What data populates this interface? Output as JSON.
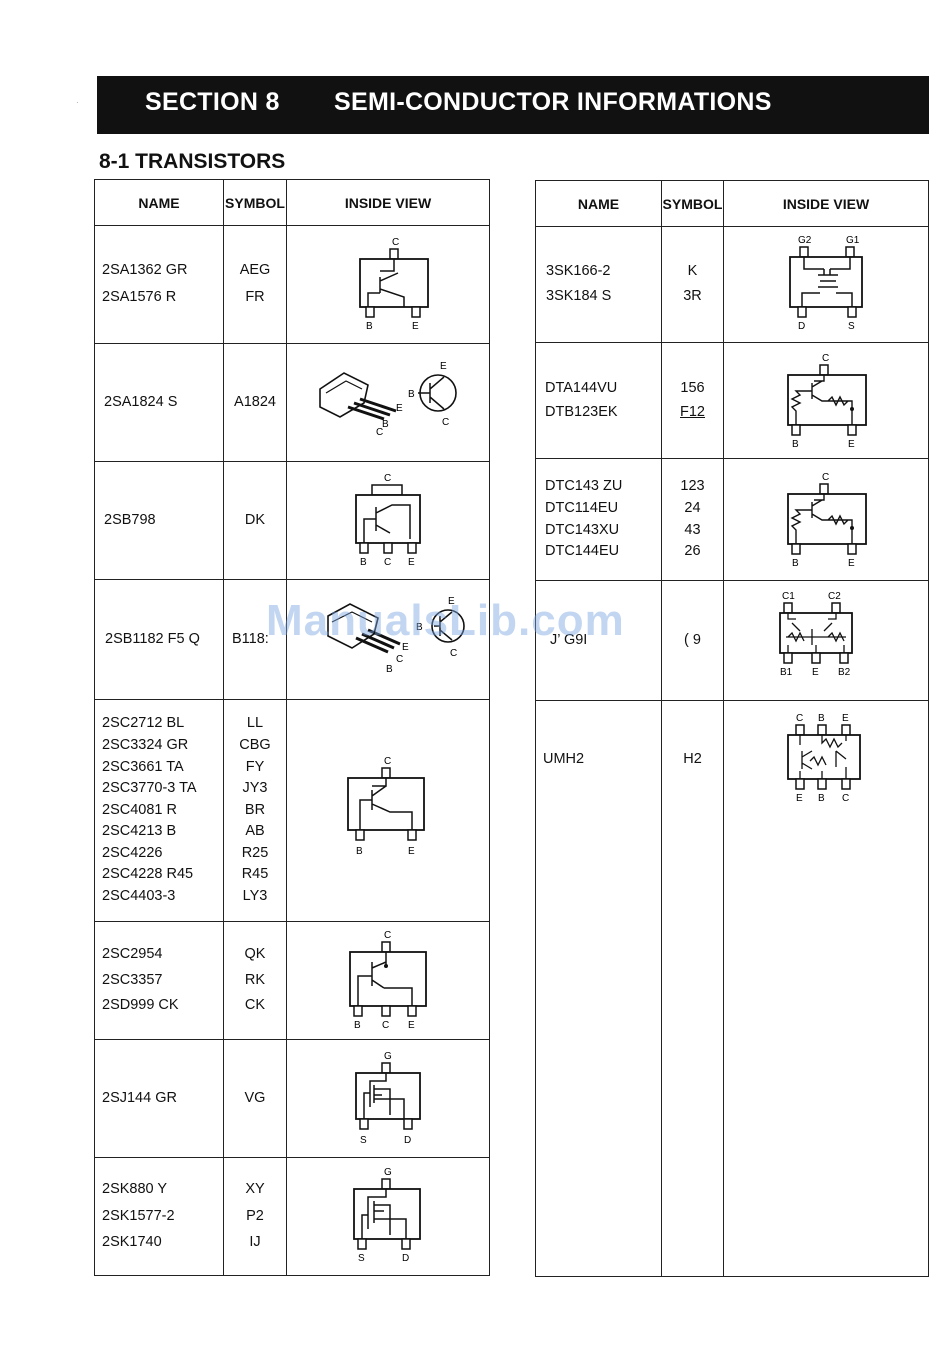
{
  "header": {
    "section": "SECTION 8",
    "title": "SEMI-CONDUCTOR INFORMATIONS",
    "subtitle": "8-1 TRANSISTORS"
  },
  "columns": {
    "name": "NAME",
    "symbol": "SYMBOL",
    "inside_view": "INSIDE VIEW"
  },
  "left_rows": [
    {
      "names": [
        "2SA1362 GR",
        "2SA1576 R"
      ],
      "symbols": [
        "AEG",
        "FR"
      ],
      "pins": [
        "C",
        "B",
        "E"
      ]
    },
    {
      "names": [
        "2SA1824 S"
      ],
      "symbols": [
        "A1824"
      ],
      "pins": [
        "E",
        "B",
        "C",
        "B",
        "C",
        "E"
      ]
    },
    {
      "names": [
        "2SB798"
      ],
      "symbols": [
        "DK"
      ],
      "pins": [
        "C",
        "B",
        "C",
        "E"
      ]
    },
    {
      "names": [
        "2SB1182 F5 Q"
      ],
      "symbols": [
        "B118:"
      ],
      "pins": [
        "E",
        "B",
        "C",
        "E",
        "B",
        "C"
      ]
    },
    {
      "names": [
        "2SC2712 BL",
        "2SC3324 GR",
        "2SC3661 TA",
        "2SC3770-3 TA",
        "2SC4081 R",
        "2SC4213 B",
        "2SC4226",
        "2SC4228 R45",
        "2SC4403-3"
      ],
      "symbols": [
        "LL",
        "CBG",
        "FY",
        "JY3",
        "BR",
        "AB",
        "R25",
        "R45",
        "LY3"
      ],
      "pins": [
        "C",
        "B",
        "E"
      ]
    },
    {
      "names": [
        "2SC2954",
        "2SC3357",
        "2SD999 CK"
      ],
      "symbols": [
        "QK",
        "RK",
        "CK"
      ],
      "pins": [
        "C",
        "B",
        "C",
        "E"
      ]
    },
    {
      "names": [
        "2SJ144 GR"
      ],
      "symbols": [
        "VG"
      ],
      "pins": [
        "G",
        "S",
        "D"
      ]
    },
    {
      "names": [
        "2SK880 Y",
        "2SK1577-2",
        "2SK1740"
      ],
      "symbols": [
        "XY",
        "P2",
        "IJ"
      ],
      "pins": [
        "G",
        "S",
        "D"
      ]
    }
  ],
  "right_rows": [
    {
      "names": [
        "3SK166-2",
        "3SK184 S"
      ],
      "symbols": [
        "K",
        "3R"
      ],
      "pins": [
        "G2",
        "G1",
        "D",
        "S"
      ]
    },
    {
      "names": [
        "DTA144VU",
        "DTB123EK"
      ],
      "symbols": [
        "156",
        "F12"
      ],
      "pins": [
        "C",
        "B",
        "E"
      ]
    },
    {
      "names": [
        "DTC143 ZU",
        "DTC114EU",
        "DTC143XU",
        "DTC144EU"
      ],
      "symbols": [
        "123",
        "24",
        "43",
        "26"
      ],
      "pins": [
        "C",
        "B",
        "E"
      ]
    },
    {
      "names": [
        "J’ G9I"
      ],
      "symbols": [
        "( 9"
      ],
      "pins": [
        "C1",
        "C2",
        "B1",
        "E",
        "B2"
      ]
    },
    {
      "names": [
        "UMH2"
      ],
      "symbols": [
        "H2"
      ],
      "pins": [
        "C",
        "B",
        "E",
        "E",
        "B",
        "C"
      ]
    }
  ],
  "watermark": "ManualsLib.com"
}
